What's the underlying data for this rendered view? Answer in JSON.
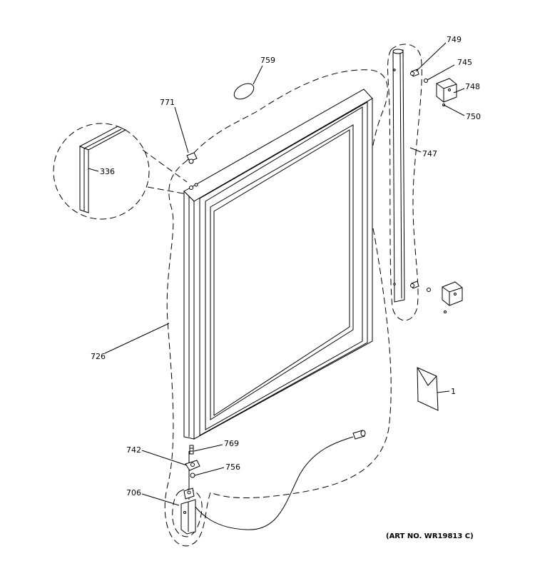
{
  "labels": {
    "p1": "1",
    "p336": "336",
    "p706": "706",
    "p726": "726",
    "p742": "742",
    "p745": "745",
    "p747": "747",
    "p748": "748",
    "p749": "749",
    "p750": "750",
    "p756": "756",
    "p759": "759",
    "p769": "769",
    "p771": "771"
  },
  "art_number": "(ART NO. WR19813 C)"
}
